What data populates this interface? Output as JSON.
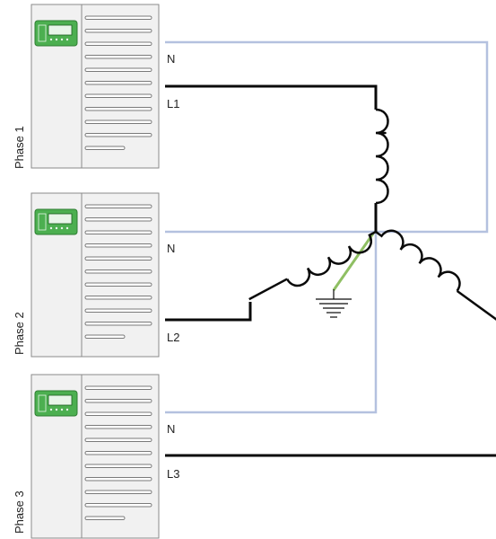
{
  "colors": {
    "line": "#0a0a0a",
    "neutral": "#b4c1df",
    "ground": "#8fbf63",
    "cabinet_fill": "#f1f1f1",
    "cabinet_stroke": "#8a8a8a",
    "panel_green": "#4caf50",
    "panel_screen": "#e8f5e9"
  },
  "phases": [
    {
      "label": "Phase 1",
      "neutral_label": "N",
      "line_label": "L1"
    },
    {
      "label": "Phase 2",
      "neutral_label": "N",
      "line_label": "L2"
    },
    {
      "label": "Phase 3",
      "neutral_label": "N",
      "line_label": "L3"
    }
  ]
}
